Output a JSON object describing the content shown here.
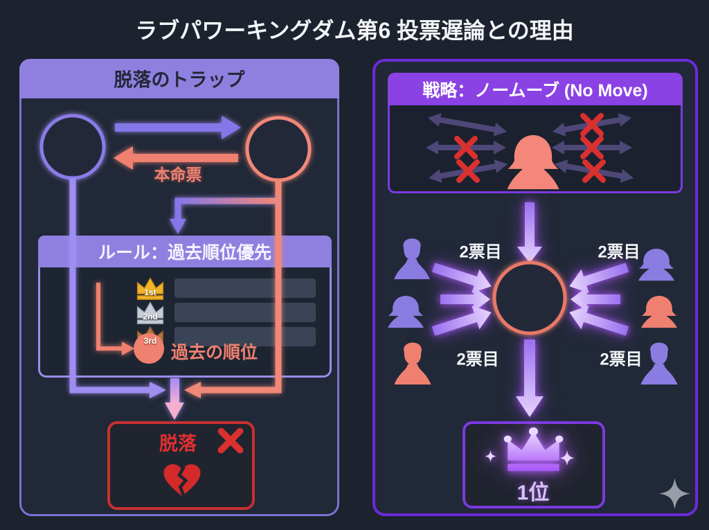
{
  "title": "ラブパワーキングダム第6 投票遅論との理由",
  "left_panel": {
    "header": "脱落のトラップ",
    "vote_label": "本命票",
    "rule_box": {
      "header": "ルール：過去順位優先",
      "ranks": [
        "1st",
        "2nd",
        "3rd"
      ],
      "past_rank_label": "過去の順位"
    },
    "elimination": {
      "label": "脱落"
    }
  },
  "right_panel": {
    "header": "戦略：ノームーブ (No Move)",
    "no_move_english": "(No Move)",
    "vote_labels": [
      "2票目",
      "2票目",
      "2票目",
      "2票目"
    ],
    "winner_label": "1位"
  },
  "colors": {
    "background": "#1c222e",
    "panel_border_left": "#7a74d0",
    "panel_border_right": "#6c2bd9",
    "header_purple_muted": "#8f80e0",
    "header_purple_bright": "#8a42e4",
    "accent_coral": "#f08070",
    "accent_purple": "#8577e8",
    "alert_red": "#d93030",
    "glow_violet": "#a855f7",
    "gold": "#f0b429",
    "silver": "#c9ced6",
    "bronze": "#b5743f"
  }
}
